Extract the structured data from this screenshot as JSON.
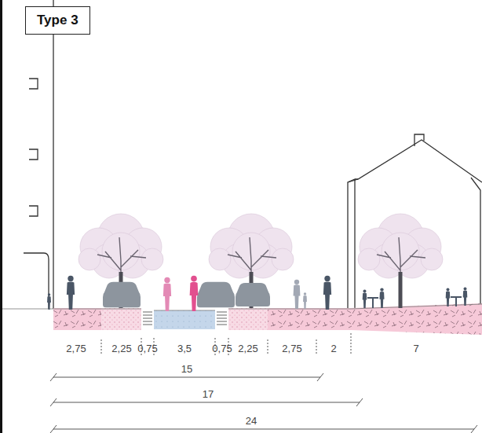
{
  "diagram": {
    "title": "Type 3",
    "labels": [
      "2,75",
      "2,25",
      "0,75",
      "3,5",
      "0,75",
      "2,25",
      "2,75",
      "2",
      "7",
      "15",
      "17",
      "24"
    ]
  }
}
